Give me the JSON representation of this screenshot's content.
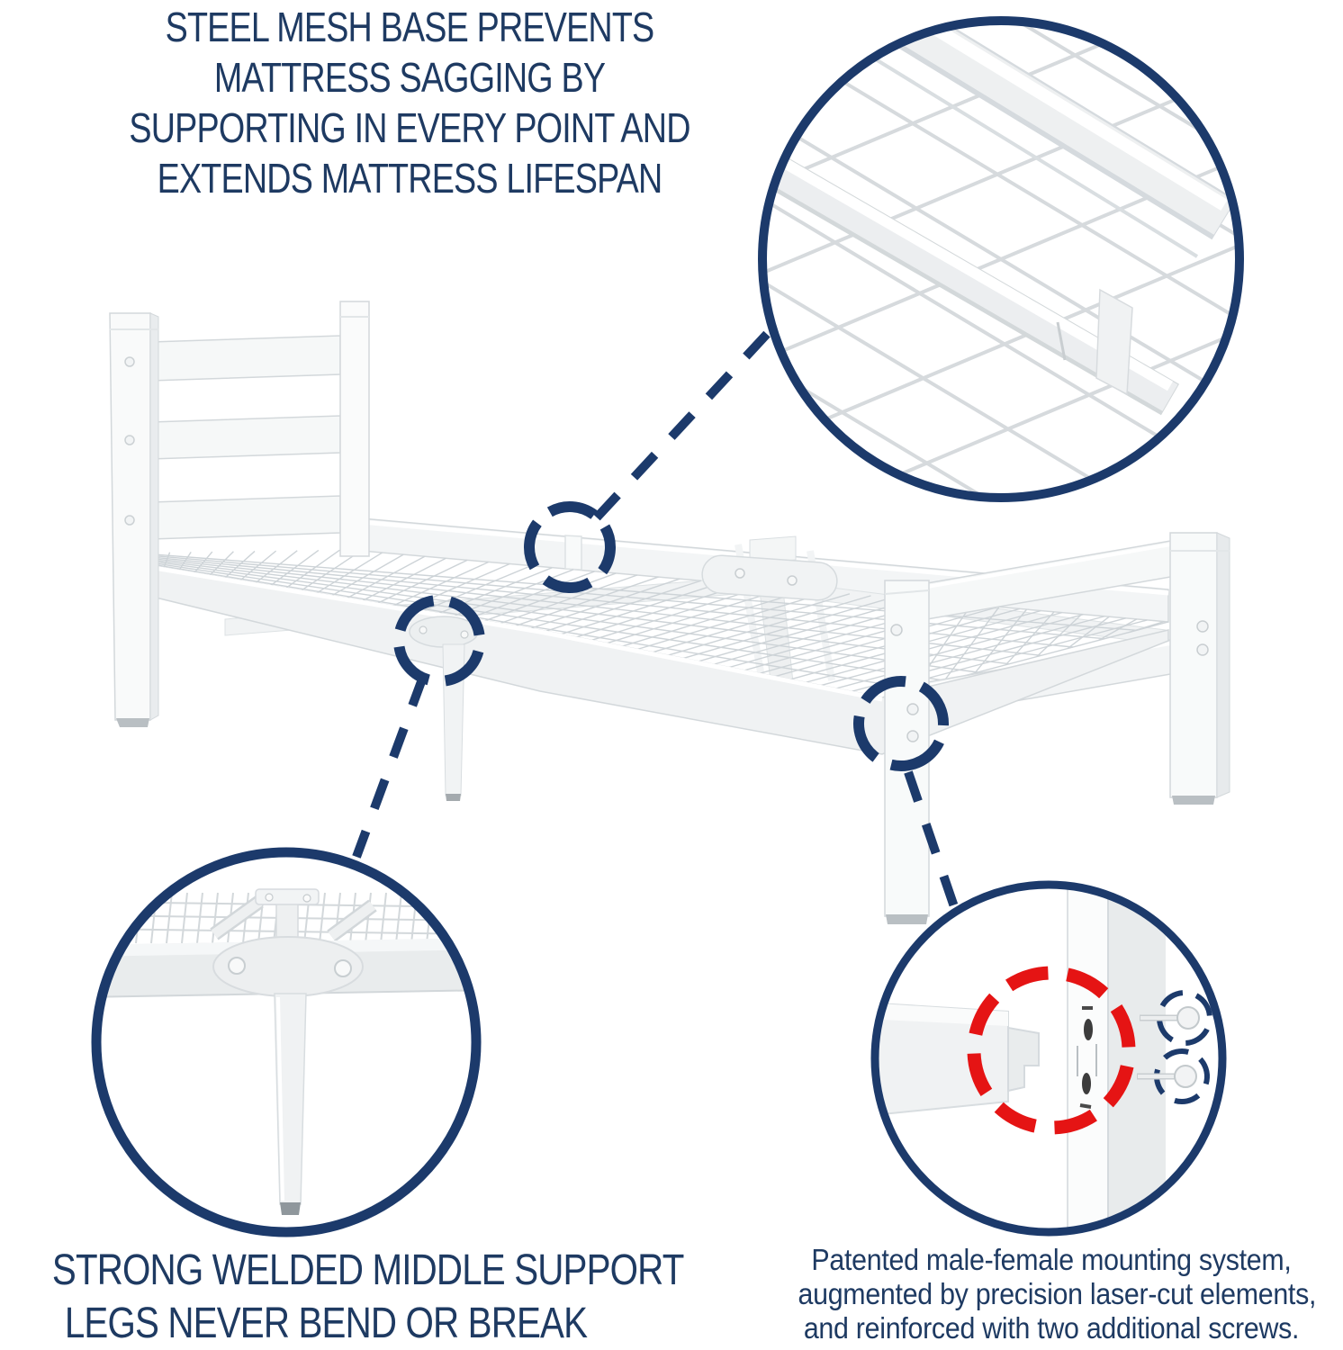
{
  "captions": {
    "top": {
      "lines": [
        "STEEL MESH BASE PREVENTS",
        "MATTRESS SAGGING BY",
        "SUPPORTING IN EVERY POINT AND",
        "EXTENDS MATTRESS LIFESPAN"
      ]
    },
    "bottom_left": {
      "lines": [
        "STRONG WELDED MIDDLE SUPPORT",
        "LEGS NEVER BEND OR BREAK"
      ]
    },
    "bottom_right": {
      "lines": [
        "Patented male-female mounting system,",
        "augmented by precision laser-cut elements,",
        "and reinforced with two additional screws."
      ]
    }
  },
  "colors": {
    "navy": "#1c3a6b",
    "red": "#e51414",
    "caption_text": "#1e3a62",
    "frame_white": "#fbfcfc",
    "frame_shade": "#e9ecee",
    "frame_edge": "#d3d8db",
    "mesh_line": "#cdd3d7"
  }
}
